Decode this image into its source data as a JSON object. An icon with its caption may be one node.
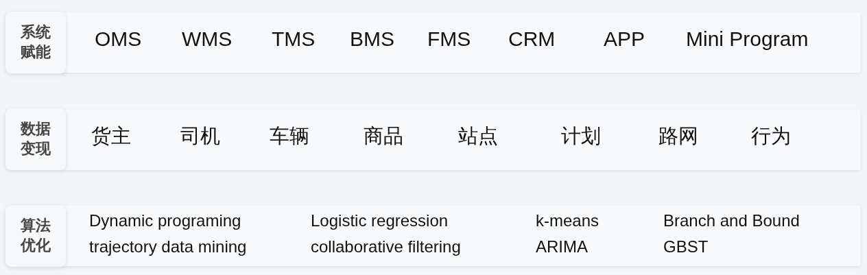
{
  "diagram": {
    "nodes": [
      {
        "text": [
          "系统赋能"
        ]
      },
      {
        "text": [
          "OMS",
          "WMS",
          "TMS",
          "BMS",
          "FMS",
          "CRM",
          "APP",
          "Mini Program"
        ]
      },
      {
        "text": [
          "数据变现"
        ]
      },
      {
        "text": [
          "货主",
          "司机",
          "车辆",
          "商品",
          "站点",
          "计划",
          "路网",
          "行为"
        ]
      },
      {
        "text": [
          "算法优化"
        ]
      },
      {
        "text": [
          "Dynamic programing",
          "Logistic regression",
          "k-means",
          "Branch and Bound",
          "trajectory data mining",
          "collaborative filtering",
          "ARIMA",
          "GBST"
        ]
      }
    ]
  }
}
